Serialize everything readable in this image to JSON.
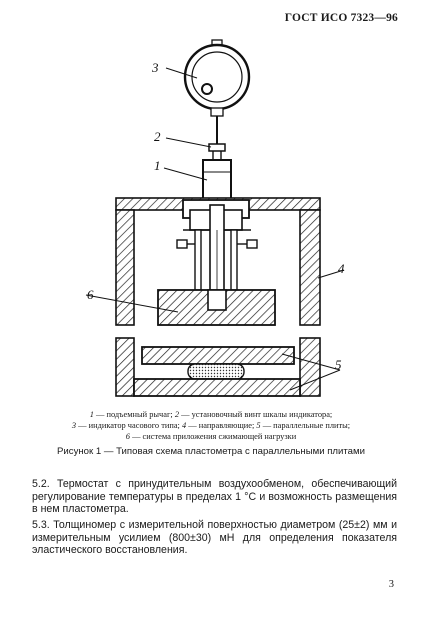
{
  "header": {
    "standard": "ГОСТ ИСО 7323—96"
  },
  "figure": {
    "labels": [
      "1",
      "2",
      "3",
      "4",
      "5",
      "6"
    ]
  },
  "legend": {
    "line1": [
      {
        "num": "1",
        "text": " — подъемный рычаг; "
      },
      {
        "num": "2",
        "text": " — установочный винт шкалы индикатора;"
      }
    ],
    "line2": [
      {
        "num": "3",
        "text": " — индикатор часового типа; "
      },
      {
        "num": "4",
        "text": " — направляющие; "
      },
      {
        "num": "5",
        "text": " — параллельные плиты;"
      }
    ],
    "line3": [
      {
        "num": "6",
        "text": " — система приложения сжимающей нагрузки"
      }
    ]
  },
  "caption": "Рисунок 1 — Типовая схема пластометра с параллельными плитами",
  "paragraphs": {
    "p1": "5.2. Термостат с принудительным воздухообменом, обеспечивающий регулирование температуры в пределах 1 °С и возможность размещения в нем пластометра.",
    "p2": "5.3. Толщиномер с измерительной поверхностью диаметром (25±2) мм и измерительным усилием (800±30) мН для определения показателя эластического восстановления."
  },
  "page_number": "3"
}
